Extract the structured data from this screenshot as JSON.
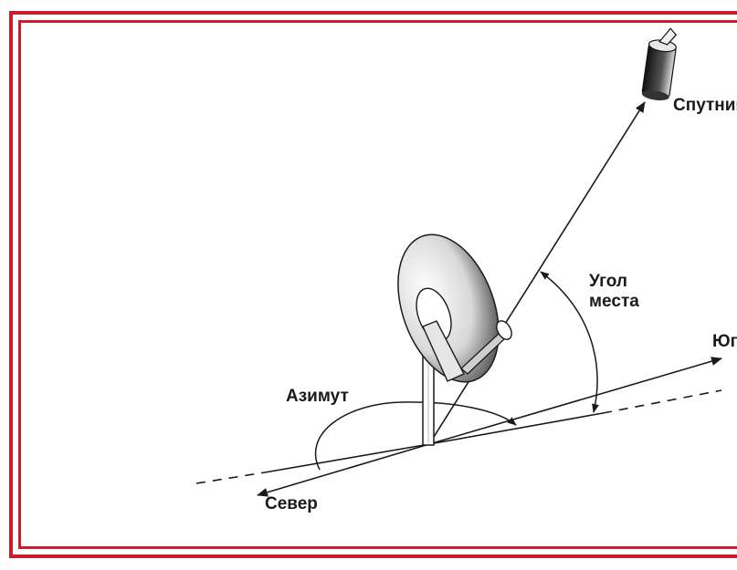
{
  "labels": {
    "satellite": "Спутник",
    "elevation_line1": "Угол",
    "elevation_line2": "места",
    "azimuth": "Азимут",
    "south": "Юг",
    "north": "Север"
  },
  "colors": {
    "frame": "#c81e2a",
    "lines": "#1a1a1a"
  }
}
